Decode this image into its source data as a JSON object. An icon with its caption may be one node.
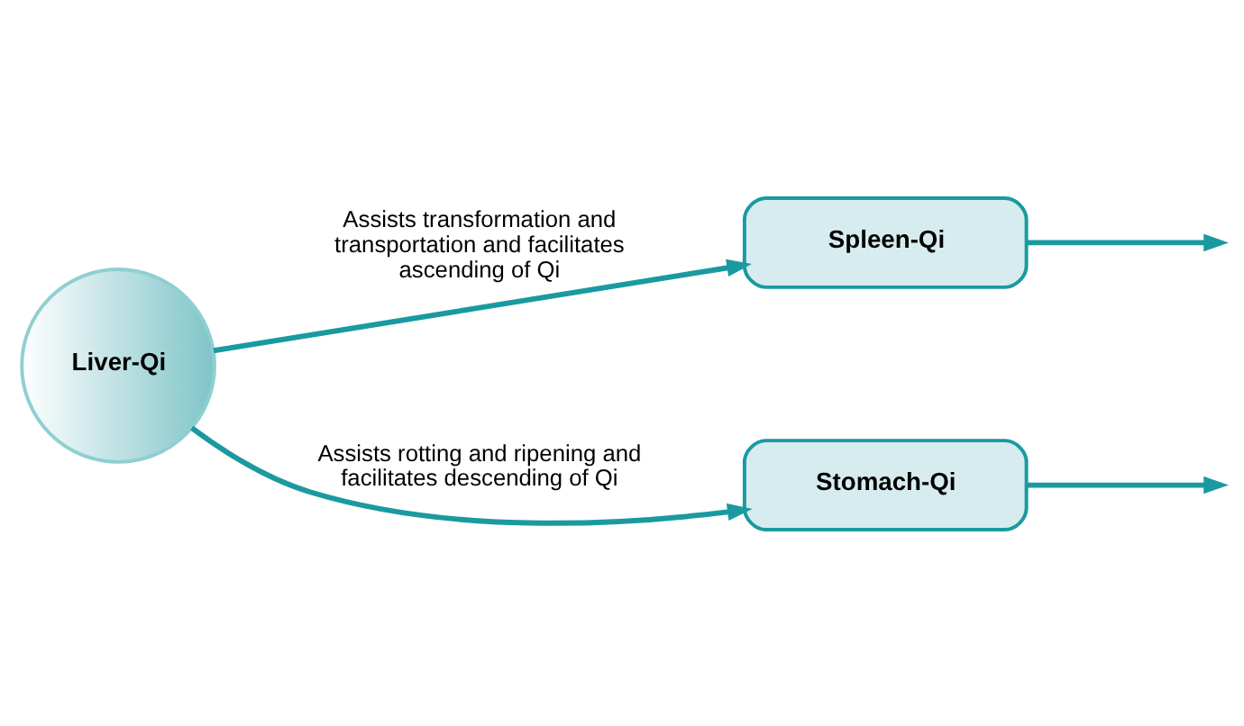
{
  "diagram": {
    "nodes": [
      {
        "text": [
          "Liver-Qi"
        ]
      },
      {
        "text": [
          "Spleen-Qi"
        ]
      },
      {
        "text": [
          "Stomach-Qi"
        ]
      }
    ],
    "edges": [
      {
        "from": 0,
        "to": 1,
        "arrow": "to",
        "label": "Assists transformation and transportation and facilitates ascending of Qi"
      },
      {
        "from": 0,
        "to": 2,
        "arrow": "to",
        "label": "Assists rotting and ripening and facilitates descending of Qi"
      },
      {
        "from": 1,
        "to": null,
        "arrow": "to"
      },
      {
        "from": 2,
        "to": null,
        "arrow": "to"
      }
    ]
  }
}
